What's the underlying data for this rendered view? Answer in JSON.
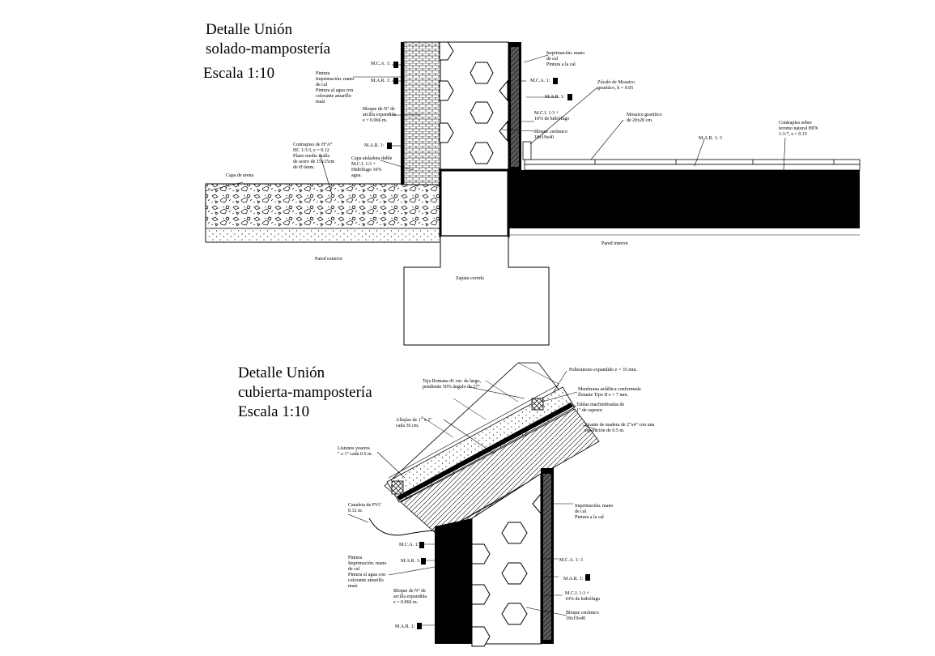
{
  "detail1": {
    "title_line1": "Detalle Unión",
    "title_line2": "solado-mampostería",
    "scale": "Escala 1:10",
    "labels": {
      "mca1": "M.C.A. 1:",
      "mar1": "M.A.R. 1:",
      "pintura": [
        "Pintura",
        "Imprimación. mano",
        "de cal",
        "Pintura al agua con",
        "colorante amarillo",
        "maíz"
      ],
      "bloque_arcilla": [
        "Bloque de N° de",
        "arcilla expandida",
        "e = 0.066 m."
      ],
      "mar2": "M.A.R. 1:",
      "contrapiso": [
        "Contrapiso de H°A°",
        "HC 1:3:3, e = 0.12",
        "Plano medio malla",
        "de acero de 15x15cm",
        "de Ø 6mm."
      ],
      "capa_aisladora": [
        "Capa aisladora doble",
        "M.C.I. 1:3 +",
        "Hidrófugo 10%",
        "agua."
      ],
      "capa_arena": "Capa de arena",
      "pared_exterior": "Pared exterior",
      "zapata": "Zapata corrida",
      "pared_interior": "Pared interior",
      "imprimacion_r": [
        "Imprimación. mano",
        "de cal",
        "Pintura a la cal"
      ],
      "mca_r": "M.C.A. 1:",
      "mar_r": "M.A.R. 1:",
      "mci_r": [
        "M.C.I. 1:3 +",
        "10% de hidrófugo"
      ],
      "bloque_ceramico": [
        "Bloque cerámico",
        "18x19x40"
      ],
      "zocalo": [
        "Zócalo de Mosaico",
        "granítico, h = 0.05"
      ],
      "mosaico": [
        "Mosaico granítico",
        "de 20x20 cm."
      ],
      "mar_floor": "M.A.R. 1: 3",
      "contrapiso_r": [
        "Contrapiso sobre",
        "terreno natural HPX",
        "1:3:7, e = 0.15"
      ]
    }
  },
  "detail2": {
    "title_line1": "Detalle Unión",
    "title_line2": "cubierta-mampostería",
    "scale": "Escala 1:10",
    "labels": {
      "teja": [
        "Teja Romana 41 cm. de largo,",
        "pendiente 50% ángulo de 27°"
      ],
      "poliestireno": "Poliestireno expandido e = 35 mm.",
      "membrana": [
        "Membrana asfáltica conformada",
        "flotante Tipo II e = 7 mm."
      ],
      "tablas": [
        "Tablas machimbradas de",
        "1\" de espesor"
      ],
      "tirante": [
        "Tirante de madera de 2\"x4\" con una",
        "separación de 0.5 m."
      ],
      "alfajias": [
        "Alfajías de 1\" x 2\"",
        "cada 36 cm."
      ],
      "listones": [
        "Listones yeseros",
        "\" x 1\" cada 0.5 m."
      ],
      "canaleta": [
        "Canaleta de PVC",
        "0.12 m."
      ],
      "imprimacion_r": [
        "Imprimación. mano",
        "de cal",
        "Pintura a la cal"
      ],
      "mca_l": "M.C.A. 1:",
      "mar_l": "M.A.R. 1:",
      "pintura": [
        "Pintura",
        "Imprimación. mano",
        "de cal",
        "Pintura al agua con",
        "colorante amarillo",
        "maíz"
      ],
      "bloque_arcilla": [
        "Bloque de N° de",
        "arcilla expandida",
        "e = 0.066 m."
      ],
      "mar_l2": "M.A.R. 1:",
      "mca_r": "M.C.A. 1: 3",
      "mar_r": "M.A.R. 1:",
      "mci_r": [
        "M.C.I. 1:3 +",
        "10% de hidrófugo"
      ],
      "bloque_ceramico": [
        "Bloque cerámico",
        "18x19x40"
      ]
    }
  }
}
